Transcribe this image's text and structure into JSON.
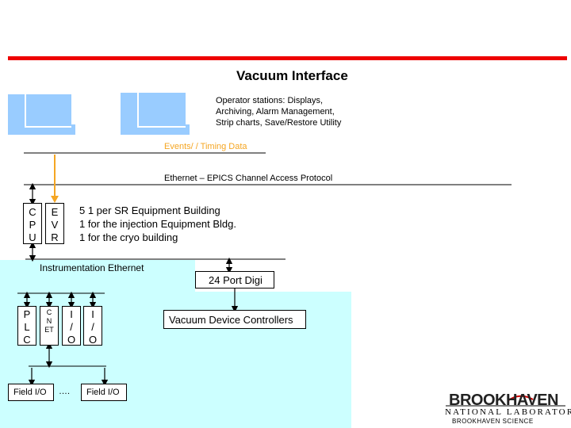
{
  "title": "Vacuum Interface",
  "operator_note": [
    "Operator stations: Displays,",
    "Archiving, Alarm Management,",
    "Strip charts, Save/Restore Utility"
  ],
  "events_label": "Events/ / Timing Data",
  "ethernet_label": "Ethernet – EPICS Channel Access Protocol",
  "cpu_letters": [
    "C",
    "P",
    "U"
  ],
  "evr_letters": [
    "E",
    "V",
    "R"
  ],
  "buildings": [
    "5 1 per SR Equipment Building",
    "1 for the injection Equipment Bldg.",
    "1 for the cryo building"
  ],
  "instr_label": "Instrumentation Ethernet",
  "digi_label": "24 Port Digi",
  "plc_letters": [
    "P",
    "L",
    "C"
  ],
  "cnet_letters": [
    "C",
    "N",
    "ET"
  ],
  "io1_letters": [
    "I",
    "/",
    "O"
  ],
  "io2_letters": [
    "I",
    "/",
    "O"
  ],
  "vdc_label": "Vacuum Device Controllers",
  "field_io_1": "Field I/O",
  "ellipsis": "….",
  "field_io_2": "Field I/O",
  "logo": {
    "line1": "BROOKHAVEN",
    "line2": "NATIONAL LABORATORY",
    "line3": "BROOKHAVEN SCIENCE"
  },
  "colors": {
    "accent_red": "#ee0000",
    "monitor_blue": "#99ccff",
    "panel_cyan": "#ccffff",
    "timing_orange": "#f5a623"
  }
}
